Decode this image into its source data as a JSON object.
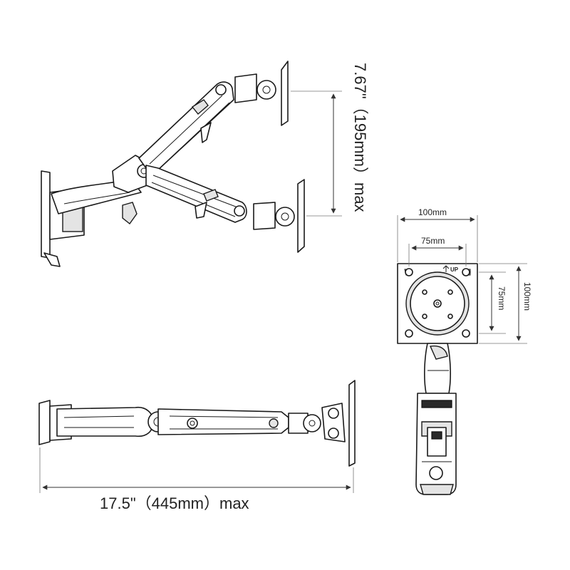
{
  "dimensions": {
    "height_range": "7.67\"（195mm）max",
    "reach": "17.5\"（445mm）max"
  },
  "vesa_plate": {
    "width_outer": "100mm",
    "width_inner": "75mm",
    "height_inner": "75mm",
    "height_outer": "100mm",
    "up_mark": "UP"
  }
}
